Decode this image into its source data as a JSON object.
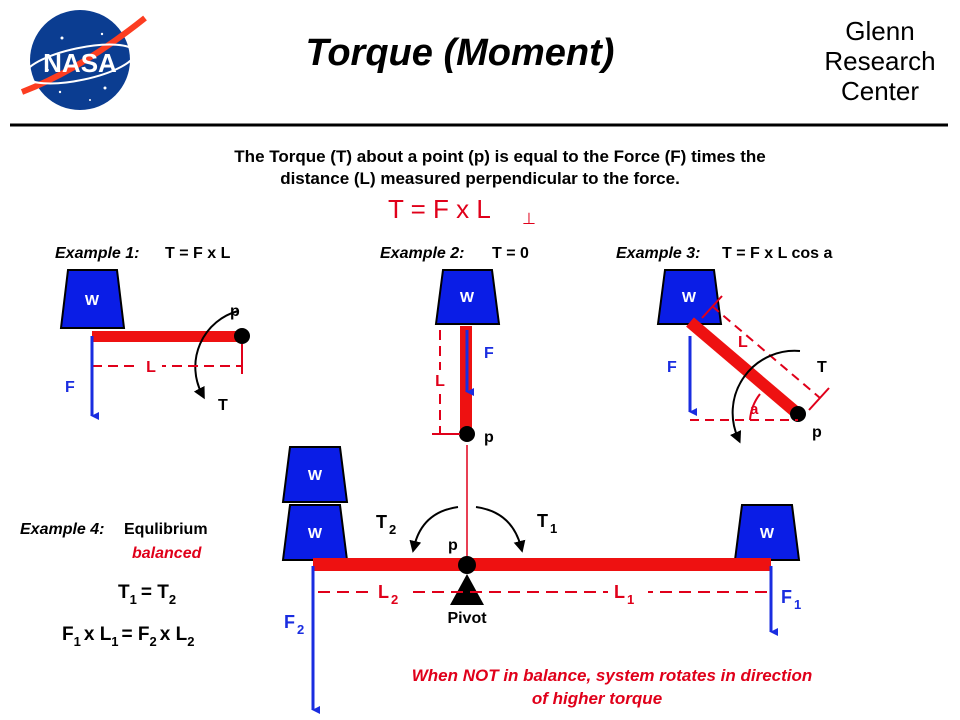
{
  "header": {
    "logo_text": "NASA",
    "title": "Torque  (Moment)",
    "center_line1": "Glenn",
    "center_line2": "Research",
    "center_line3": "Center"
  },
  "intro": {
    "line1": "The Torque (T)  about  a  point (p)  is  equal  to  the  Force (F)  times  the",
    "line2": "distance (L)  measured  perpendicular  to  the  force.",
    "formula_main": "T = F  x  L",
    "formula_sub": "⊥"
  },
  "example1": {
    "label": "Example 1:",
    "formula": "T = F  x  L",
    "weight": "W",
    "point": "p",
    "length": "L",
    "force": "F",
    "torque": "T"
  },
  "example2": {
    "label": "Example 2:",
    "formula": "T = 0",
    "weight": "W",
    "point": "p",
    "length": "L",
    "force": "F"
  },
  "example3": {
    "label": "Example 3:",
    "formula": "T = F  x  L  cos a",
    "weight": "W",
    "point": "p",
    "length": "L",
    "force": "F",
    "torque": "T",
    "angle": "a"
  },
  "example4": {
    "label": "Example 4:",
    "title": "Equlibrium",
    "subtitle": "balanced",
    "eq1_t1": "T",
    "eq1_s1": "1",
    "eq1_mid": "=  T",
    "eq1_s2": "2",
    "eq2_f1": "F",
    "eq2_s1": "1",
    "eq2_x1": "x  L",
    "eq2_s2": "1",
    "eq2_eq": "=  F",
    "eq2_s3": "2",
    "eq2_x2": "x  L",
    "eq2_s4": "2",
    "weight": "W",
    "point": "p",
    "pivot": "Pivot",
    "t_left": "T",
    "t_left_sub": "2",
    "t_right": "T",
    "t_right_sub": "1",
    "l_left": "L",
    "l_left_sub": "2",
    "l_right": "L",
    "l_right_sub": "1",
    "f_left": "F",
    "f_left_sub": "2",
    "f_right": "F",
    "f_right_sub": "1",
    "note_line1": "When NOT in balance, system rotates in direction",
    "note_line2": "of higher torque"
  },
  "colors": {
    "red": "#e0001a",
    "blue": "#1a2de0",
    "nasa_blue": "#0b3d91"
  }
}
